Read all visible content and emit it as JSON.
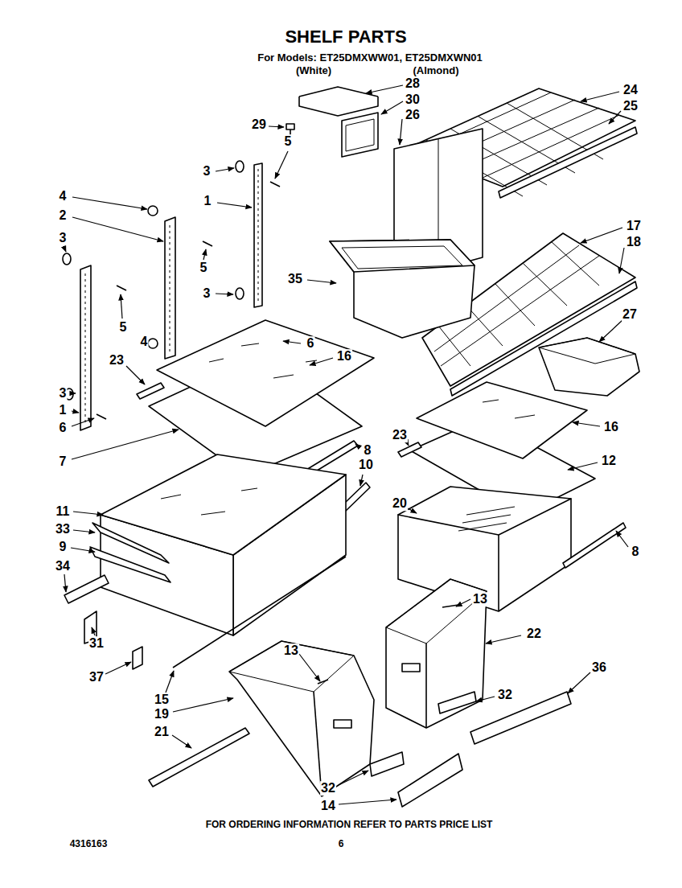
{
  "diagram": {
    "title": "SHELF PARTS",
    "caption": "FOR ORDERING INFORMATION REFER TO PARTS PRICE LIST",
    "labels": [
      "For Models: ET25DMXWW01, ET25DMXWN01",
      "(White)",
      "(Almond)",
      "28",
      "30",
      "26",
      "24",
      "25",
      "29",
      "5",
      "3",
      "1",
      "4",
      "2",
      "3",
      "5",
      "5",
      "3",
      "4",
      "6",
      "16",
      "23",
      "17",
      "18",
      "35",
      "27",
      "3",
      "1",
      "6",
      "7",
      "8",
      "10",
      "23",
      "16",
      "12",
      "20",
      "8",
      "11",
      "33",
      "9",
      "34",
      "13",
      "22",
      "36",
      "31",
      "37",
      "15",
      "19",
      "13",
      "21",
      "32",
      "32",
      "14",
      "4316163",
      "6"
    ]
  }
}
